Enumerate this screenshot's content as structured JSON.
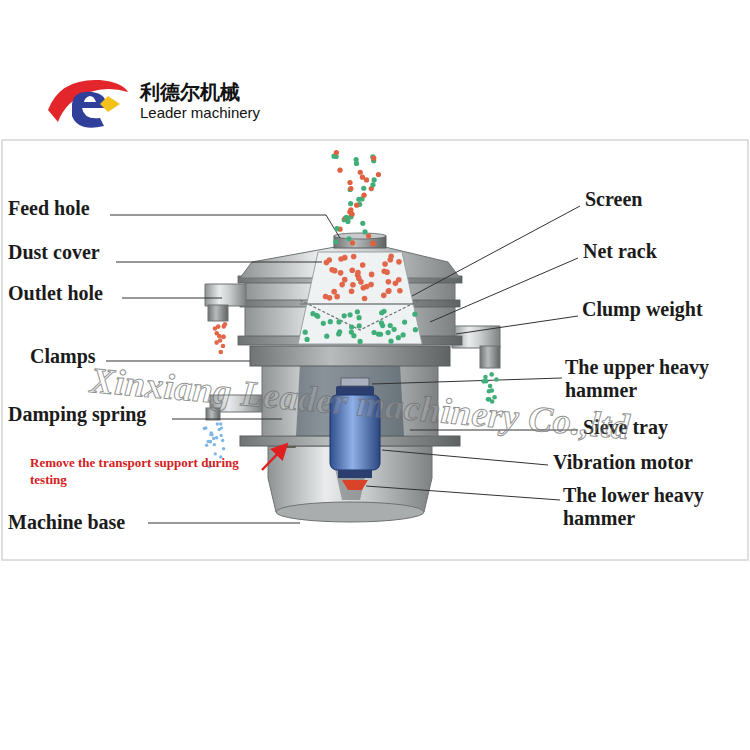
{
  "diagram": {
    "labels": [
      "利德尔机械",
      "Leader machinery",
      "Feed hole",
      "Dust cover",
      "Outlet hole",
      "Clamps",
      "Damping spring",
      "Remove the transport support during testing",
      "Machine base",
      "Screen",
      "Net rack",
      "Clump weight",
      "The upper heavy hammer",
      "Sieve tray",
      "Vibration motor",
      "The lower heavy hammer",
      "Xinxiang Leader machinery Co.,ltd"
    ]
  }
}
